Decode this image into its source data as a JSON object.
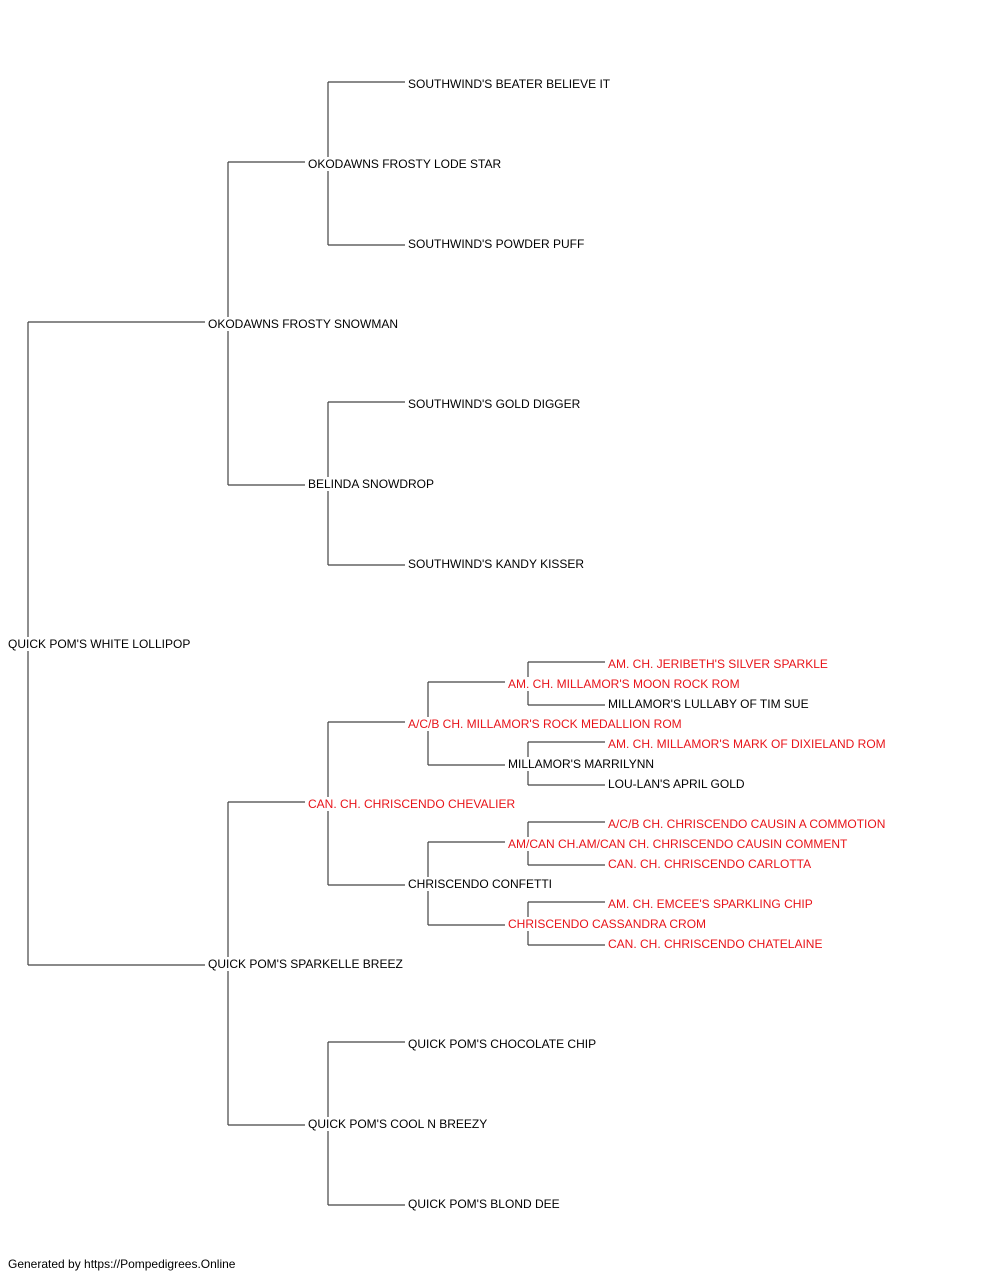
{
  "colors": {
    "champion": "#e8141a",
    "normal": "#000000",
    "line": "#444444"
  },
  "pedigree": {
    "subject": {
      "name": "QUICK POM'S WHITE LOLLIPOP",
      "champion": false
    },
    "sire": {
      "name": "OKODAWNS FROSTY SNOWMAN",
      "champion": false,
      "sire": {
        "name": "OKODAWNS FROSTY LODE STAR",
        "champion": false,
        "sire": {
          "name": "SOUTHWIND'S BEATER BELIEVE IT",
          "champion": false
        },
        "dam": {
          "name": "SOUTHWIND'S POWDER PUFF",
          "champion": false
        }
      },
      "dam": {
        "name": "BELINDA SNOWDROP",
        "champion": false,
        "sire": {
          "name": "SOUTHWIND'S GOLD DIGGER",
          "champion": false
        },
        "dam": {
          "name": "SOUTHWIND'S KANDY KISSER",
          "champion": false
        }
      }
    },
    "dam": {
      "name": "QUICK POM'S SPARKELLE BREEZ",
      "champion": false,
      "sire": {
        "name": "CAN. CH. CHRISCENDO CHEVALIER",
        "champion": true,
        "sire": {
          "name": "A/C/B CH. MILLAMOR'S ROCK MEDALLION ROM",
          "champion": true,
          "sire": {
            "name": "AM. CH. MILLAMOR'S MOON ROCK ROM",
            "champion": true,
            "sire": {
              "name": "AM. CH. JERIBETH'S SILVER SPARKLE",
              "champion": true
            },
            "dam": {
              "name": "MILLAMOR'S LULLABY OF TIM SUE",
              "champion": false
            }
          },
          "dam": {
            "name": "MILLAMOR'S MARRILYNN",
            "champion": false,
            "sire": {
              "name": "AM. CH. MILLAMOR'S MARK OF DIXIELAND ROM",
              "champion": true
            },
            "dam": {
              "name": "LOU-LAN'S APRIL GOLD",
              "champion": false
            }
          }
        },
        "dam": {
          "name": "CHRISCENDO CONFETTI",
          "champion": false,
          "sire": {
            "name": "AM/CAN CH.AM/CAN CH. CHRISCENDO CAUSIN COMMENT",
            "champion": true,
            "sire": {
              "name": "A/C/B CH. CHRISCENDO CAUSIN A COMMOTION",
              "champion": true
            },
            "dam": {
              "name": "CAN. CH. CHRISCENDO CARLOTTA",
              "champion": true
            }
          },
          "dam": {
            "name": "CHRISCENDO CASSANDRA CROM",
            "champion": true,
            "sire": {
              "name": "AM. CH. EMCEE'S SPARKLING CHIP",
              "champion": true
            },
            "dam": {
              "name": "CAN. CH. CHRISCENDO CHATELAINE",
              "champion": true
            }
          }
        }
      },
      "dam": {
        "name": "QUICK POM'S COOL N BREEZY",
        "champion": false,
        "sire": {
          "name": "QUICK POM'S CHOCOLATE CHIP",
          "champion": false
        },
        "dam": {
          "name": "QUICK POM'S BLOND DEE",
          "champion": false
        }
      }
    }
  },
  "footer": "Generated by https://Pompedigrees.Online"
}
